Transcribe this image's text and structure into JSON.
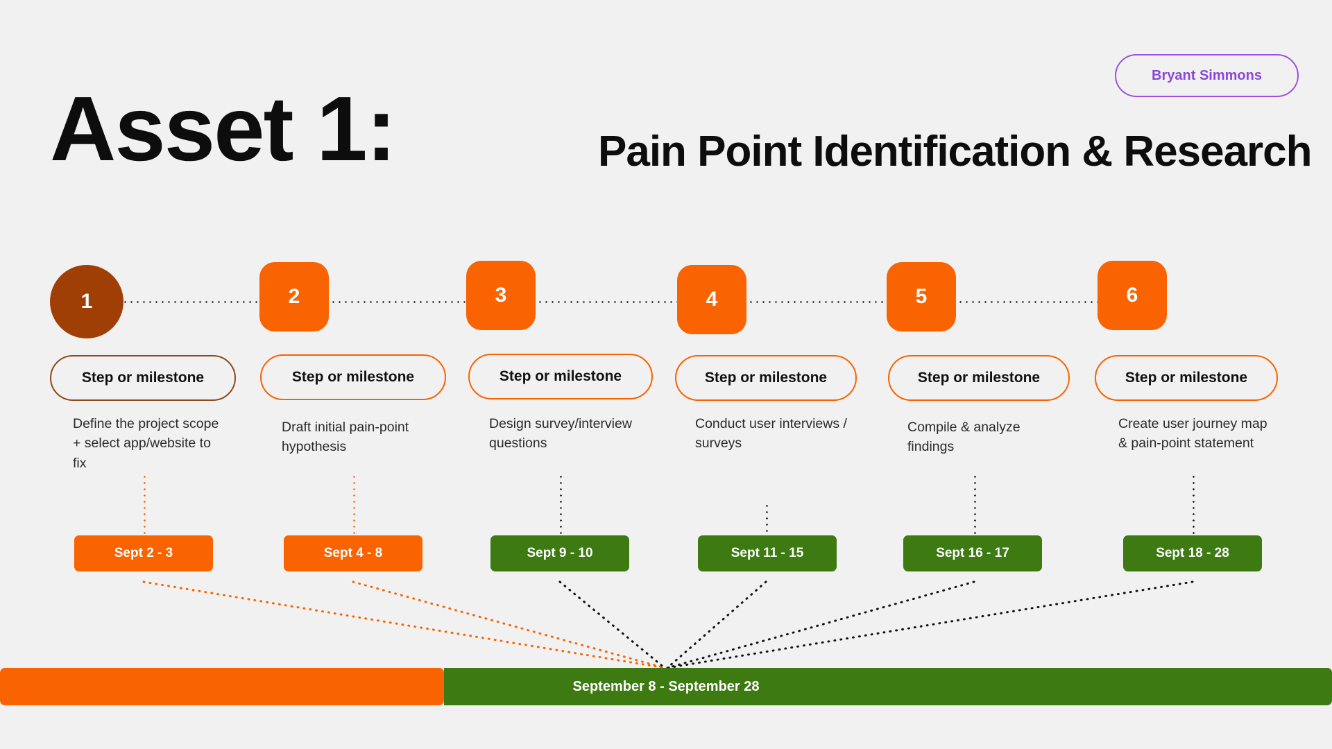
{
  "header": {
    "title": "Asset 1:",
    "subtitle": "Pain Point Identification & Research",
    "author_badge": "Bryant Simmons",
    "accent_purple": "#9b51e0"
  },
  "colors": {
    "background": "#f1f1f1",
    "orange": "#f96302",
    "brown": "#a03f05",
    "green": "#3d7a12",
    "text_dark": "#111111"
  },
  "timeline": {
    "milestone_label": "Step or milestone",
    "steps": [
      {
        "number": "1",
        "label": "Step or milestone",
        "description": "Define the project scope + select app/website to fix",
        "date": "Sept 2 - 3",
        "node_color": "#a03f05",
        "pill_border": "#8a4a1e",
        "date_color": "#f96302",
        "shape": "circle"
      },
      {
        "number": "2",
        "label": "Step or milestone",
        "description": "Draft initial pain-point hypothesis",
        "date": "Sept 4 - 8",
        "node_color": "#f96302",
        "pill_border": "#f96302",
        "date_color": "#f96302",
        "shape": "rounded"
      },
      {
        "number": "3",
        "label": "Step or milestone",
        "description": "Design survey/interview questions",
        "date": "Sept 9 - 10",
        "node_color": "#f96302",
        "pill_border": "#f96302",
        "date_color": "#3d7a12",
        "shape": "rounded"
      },
      {
        "number": "4",
        "label": "Step or milestone",
        "description": "Conduct user interviews / surveys",
        "date": "Sept 11 - 15",
        "node_color": "#f96302",
        "pill_border": "#f96302",
        "date_color": "#3d7a12",
        "shape": "rounded"
      },
      {
        "number": "5",
        "label": "Step or milestone",
        "description": "Compile & analyze findings",
        "date": "Sept 16 - 17",
        "node_color": "#f96302",
        "pill_border": "#f96302",
        "date_color": "#3d7a12",
        "shape": "rounded"
      },
      {
        "number": "6",
        "label": "Step or milestone",
        "description": "Create user journey map & pain-point statement",
        "date": "Sept 18 - 28",
        "node_color": "#f96302",
        "pill_border": "#f96302",
        "date_color": "#3d7a12",
        "shape": "rounded"
      }
    ]
  },
  "summary": {
    "range_label": "September 8 - September 28",
    "left_color": "#f96302",
    "right_color": "#3d7a12",
    "split_ratio": 0.333
  }
}
